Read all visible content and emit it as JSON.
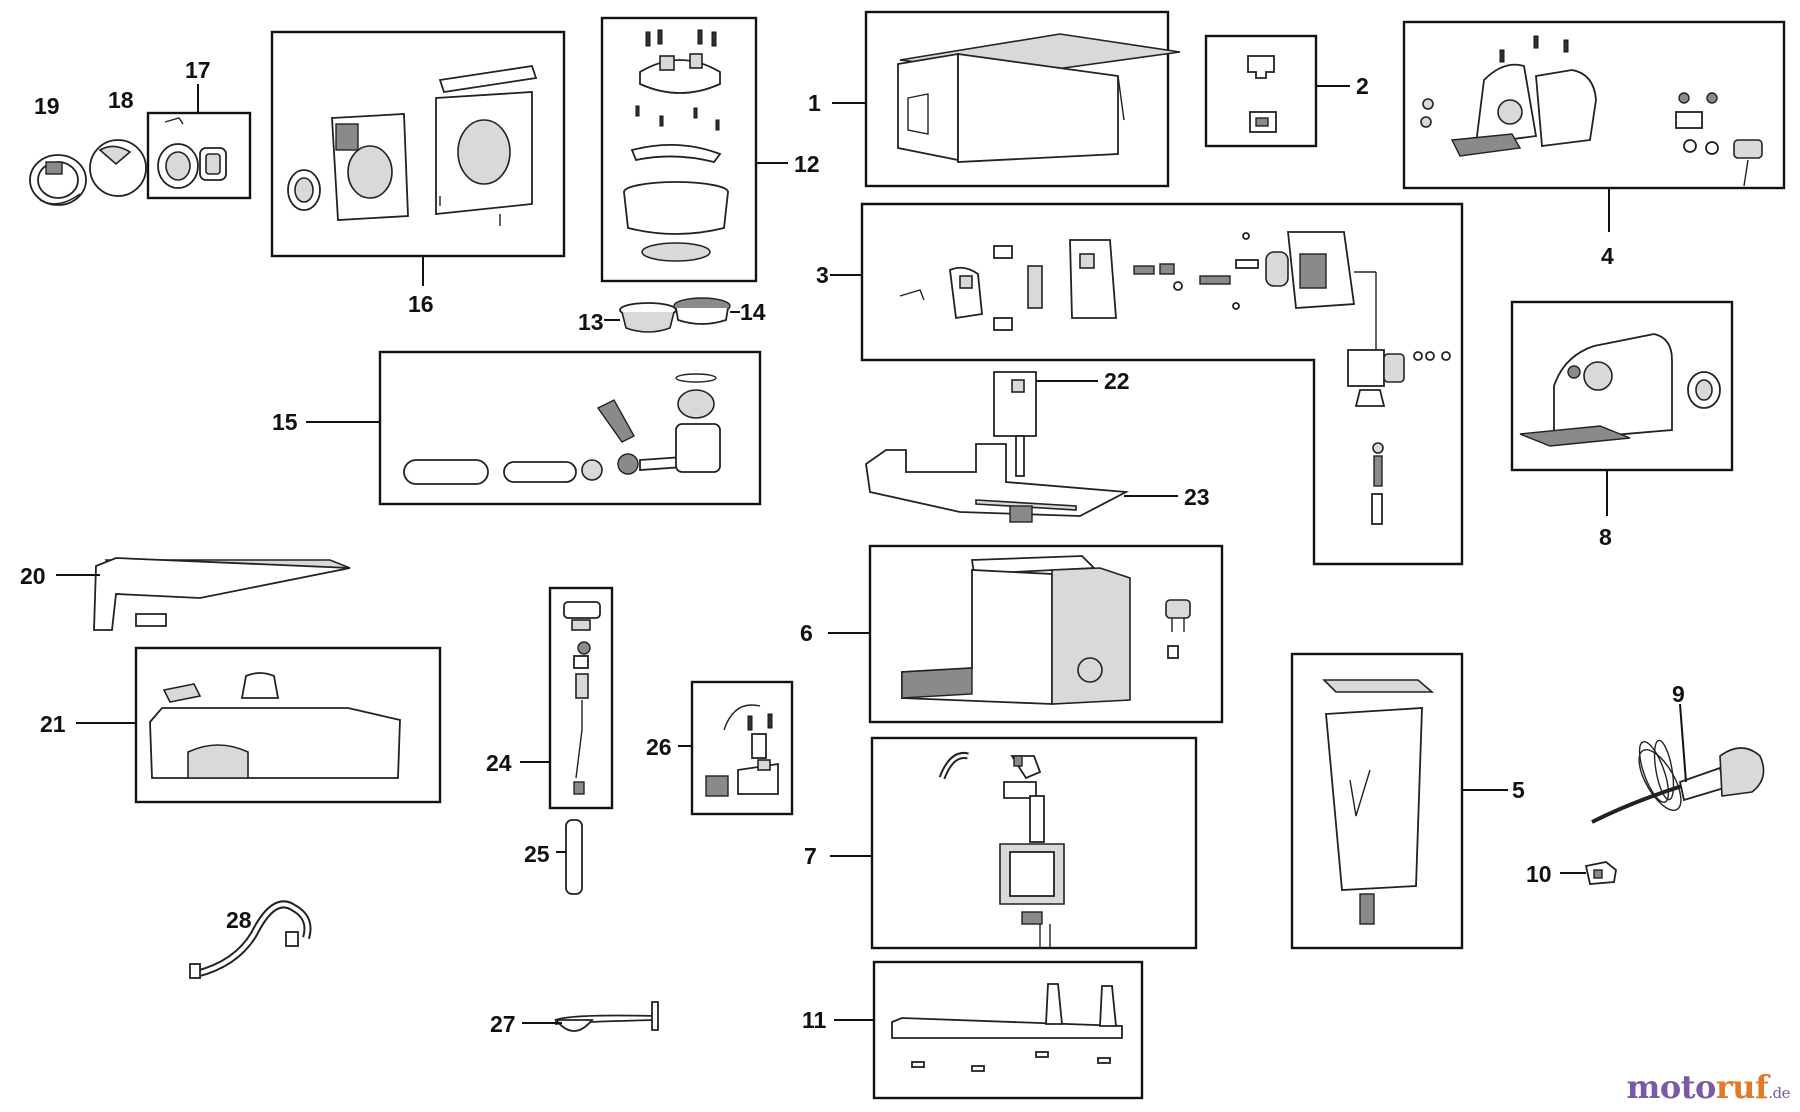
{
  "diagram": {
    "part_numbers": [
      "1",
      "2",
      "3",
      "4",
      "5",
      "6",
      "7",
      "8",
      "9",
      "10",
      "11",
      "12",
      "13",
      "14",
      "15",
      "16",
      "17",
      "18",
      "19",
      "20",
      "21",
      "22",
      "23",
      "24",
      "25",
      "26",
      "27",
      "28"
    ]
  },
  "watermark": {
    "brand_a": "moto",
    "brand_b": "ruf",
    "tld": ".de"
  },
  "colors": {
    "line": "#111111",
    "part_fill": "#d9d9d9",
    "watermark_purple": "#7a5aa6",
    "watermark_orange": "#e07a2a"
  }
}
